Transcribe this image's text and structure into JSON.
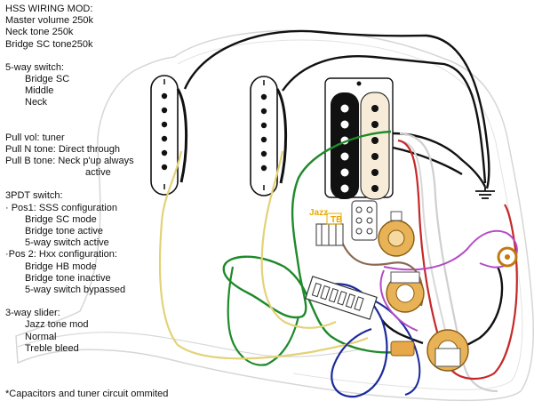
{
  "notes": {
    "title": "HSS WIRING MOD:",
    "pots": [
      "Master volume 250k",
      "Neck tone 250k",
      "Bridge SC tone250k"
    ],
    "switch5_title": "5-way switch:",
    "switch5_items": [
      "Bridge SC",
      "Middle",
      "Neck"
    ],
    "pulls": [
      "Pull vol: tuner",
      "Pull N tone: Direct through"
    ],
    "pull_b_1": "Pull B tone: Neck p'up always",
    "pull_b_2": "active",
    "pdt_title": "3PDT switch:",
    "pos1_title": "· Pos1: SSS configuration",
    "pos1_items": [
      "Bridge SC mode",
      "Bridge tone active",
      "5-way switch active"
    ],
    "pos2_title": "·Pos 2: Hxx configuration:",
    "pos2_items": [
      "Bridge HB mode",
      "Bridge tone inactive",
      "5-way switch bypassed"
    ],
    "slider_title": "3-way slider:",
    "slider_items": [
      "Jazz tone mod",
      "Normal",
      "Treble bleed"
    ]
  },
  "labels": {
    "jazz": "Jazz",
    "tb": "TB"
  },
  "footnote": "*Capacitors and tuner circuit ommited",
  "colors": {
    "black": "#111111",
    "red": "#c62828",
    "white_wire": "#cfcfcf",
    "green": "#1e8a2a",
    "yellow": "#e3d277",
    "blue": "#1a2a9a",
    "purple": "#b54bc6",
    "brown": "#8a6a52",
    "pot_body": "#e8b357",
    "pickguard": "#d6d6d6",
    "tag_color": "#e8a800",
    "cream": "#f6ecd8"
  }
}
